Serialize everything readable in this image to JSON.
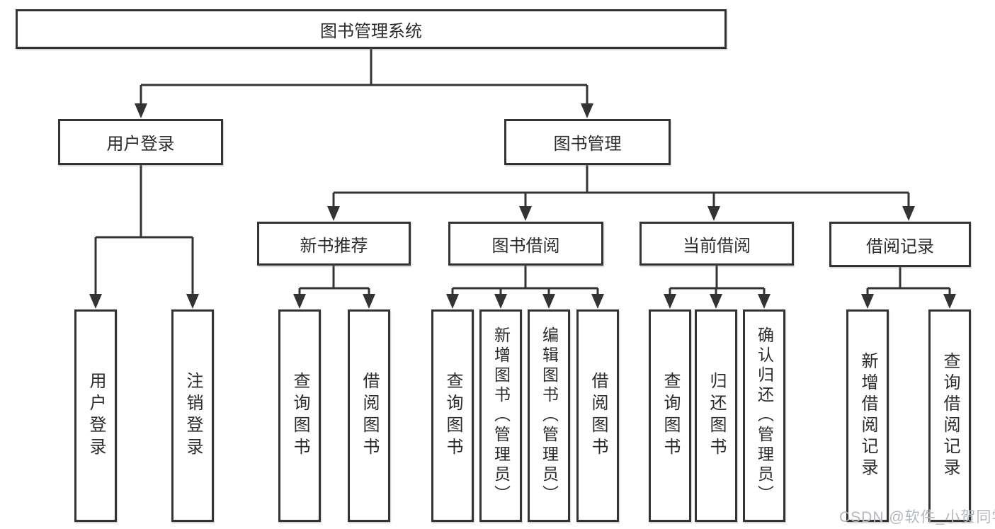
{
  "colors": {
    "line": "#333333",
    "box_border": "#333333",
    "text": "#2b2b2b",
    "watermark": "#b4b8be",
    "background": "#ffffff"
  },
  "watermark": "CSDN @软件_小贺同学",
  "tree": {
    "root": {
      "label": "图书管理系统",
      "children": [
        {
          "label": "用户登录",
          "children": [
            {
              "label": "用户登录"
            },
            {
              "label": "注销登录"
            }
          ]
        },
        {
          "label": "图书管理",
          "children": [
            {
              "label": "新书推荐",
              "children": [
                {
                  "label": "查询图书"
                },
                {
                  "label": "借阅图书"
                }
              ]
            },
            {
              "label": "图书借阅",
              "children": [
                {
                  "label": "查询图书"
                },
                {
                  "label": "新增图书（管理员）"
                },
                {
                  "label": "编辑图书（管理员）"
                },
                {
                  "label": "借阅图书"
                }
              ]
            },
            {
              "label": "当前借阅",
              "children": [
                {
                  "label": "查询图书"
                },
                {
                  "label": "归还图书"
                },
                {
                  "label": "确认归还（管理员）"
                }
              ]
            },
            {
              "label": "借阅记录",
              "children": [
                {
                  "label": "新增借阅记录"
                },
                {
                  "label": "查询借阅记录"
                }
              ]
            }
          ]
        }
      ]
    }
  }
}
